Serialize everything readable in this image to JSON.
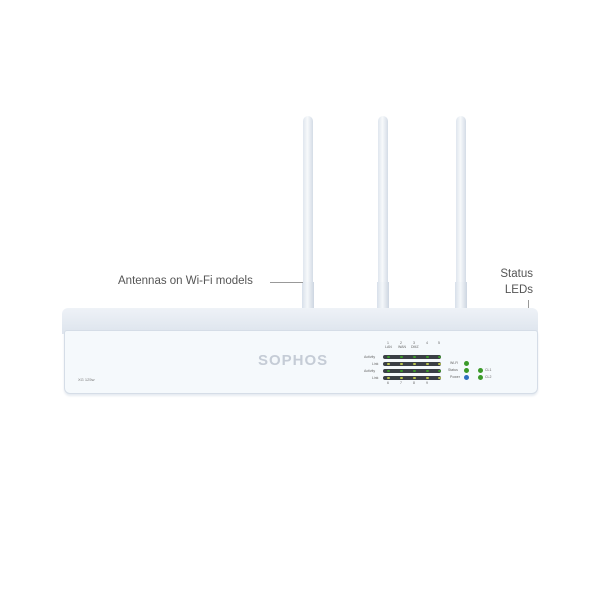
{
  "callouts": {
    "antennas": "Antennas on Wi-Fi models",
    "status_line1": "Status",
    "status_line2": "LEDs"
  },
  "device": {
    "brand": "SOPHOS",
    "model": "XG 125w",
    "port_numbers_top": [
      "1",
      "2",
      "3",
      "4",
      "5"
    ],
    "port_names_top": [
      "LAN",
      "WAN",
      "DMZ",
      "",
      ""
    ],
    "row_labels": [
      "Activity",
      "Link",
      "Activity",
      "Link"
    ],
    "port_numbers_bottom": [
      "6",
      "7",
      "8",
      "9"
    ],
    "status_labels": [
      "Wi-Fi",
      "Status",
      "Power"
    ],
    "cl_labels": [
      "CL1",
      "CL2"
    ]
  },
  "colors": {
    "led_green": "#3c9a2a",
    "led_blue": "#2f6fc0",
    "port_led": "#b9c34a"
  }
}
